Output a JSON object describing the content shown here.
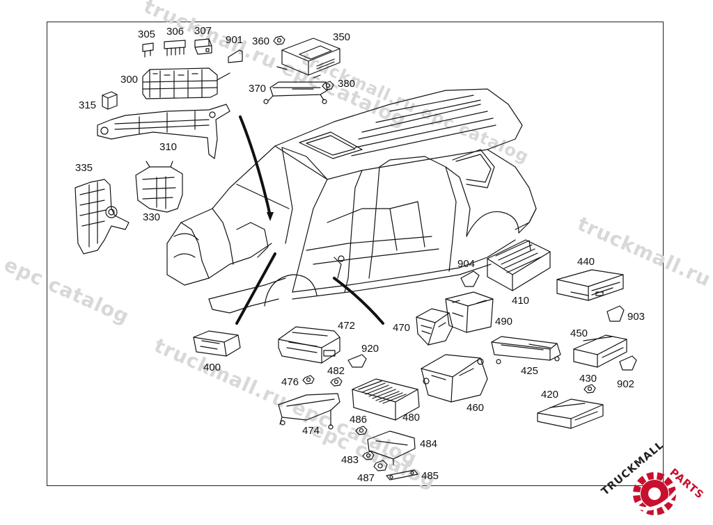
{
  "watermarks": [
    "truckmall.ru epc catalog",
    "l epc catalog",
    "truckmall.ru e",
    "truckmall.ru epc catalog",
    "truckmall.ru epc catalog",
    "epc catalog"
  ],
  "parts": {
    "p305": "305",
    "p306": "306",
    "p307": "307",
    "p901": "901",
    "p360": "360",
    "p350": "350",
    "p300": "300",
    "p370": "370",
    "p380": "380",
    "p315": "315",
    "p310": "310",
    "p335": "335",
    "p330": "330",
    "p904": "904",
    "p440": "440",
    "p410": "410",
    "p903": "903",
    "p472": "472",
    "p470": "470",
    "p490": "490",
    "p920": "920",
    "p400": "400",
    "p450": "450",
    "p425": "425",
    "p476": "476",
    "p482": "482",
    "p902": "902",
    "p430": "430",
    "p460": "460",
    "p420": "420",
    "p480": "480",
    "p474": "474",
    "p486": "486",
    "p484": "484",
    "p483": "483",
    "p487": "487",
    "p485": "485"
  },
  "logo": {
    "brand": "TRUCKMALL",
    "suffix": "PARTS",
    "colors": {
      "primary": "#c8102e",
      "dark": "#222222"
    }
  }
}
